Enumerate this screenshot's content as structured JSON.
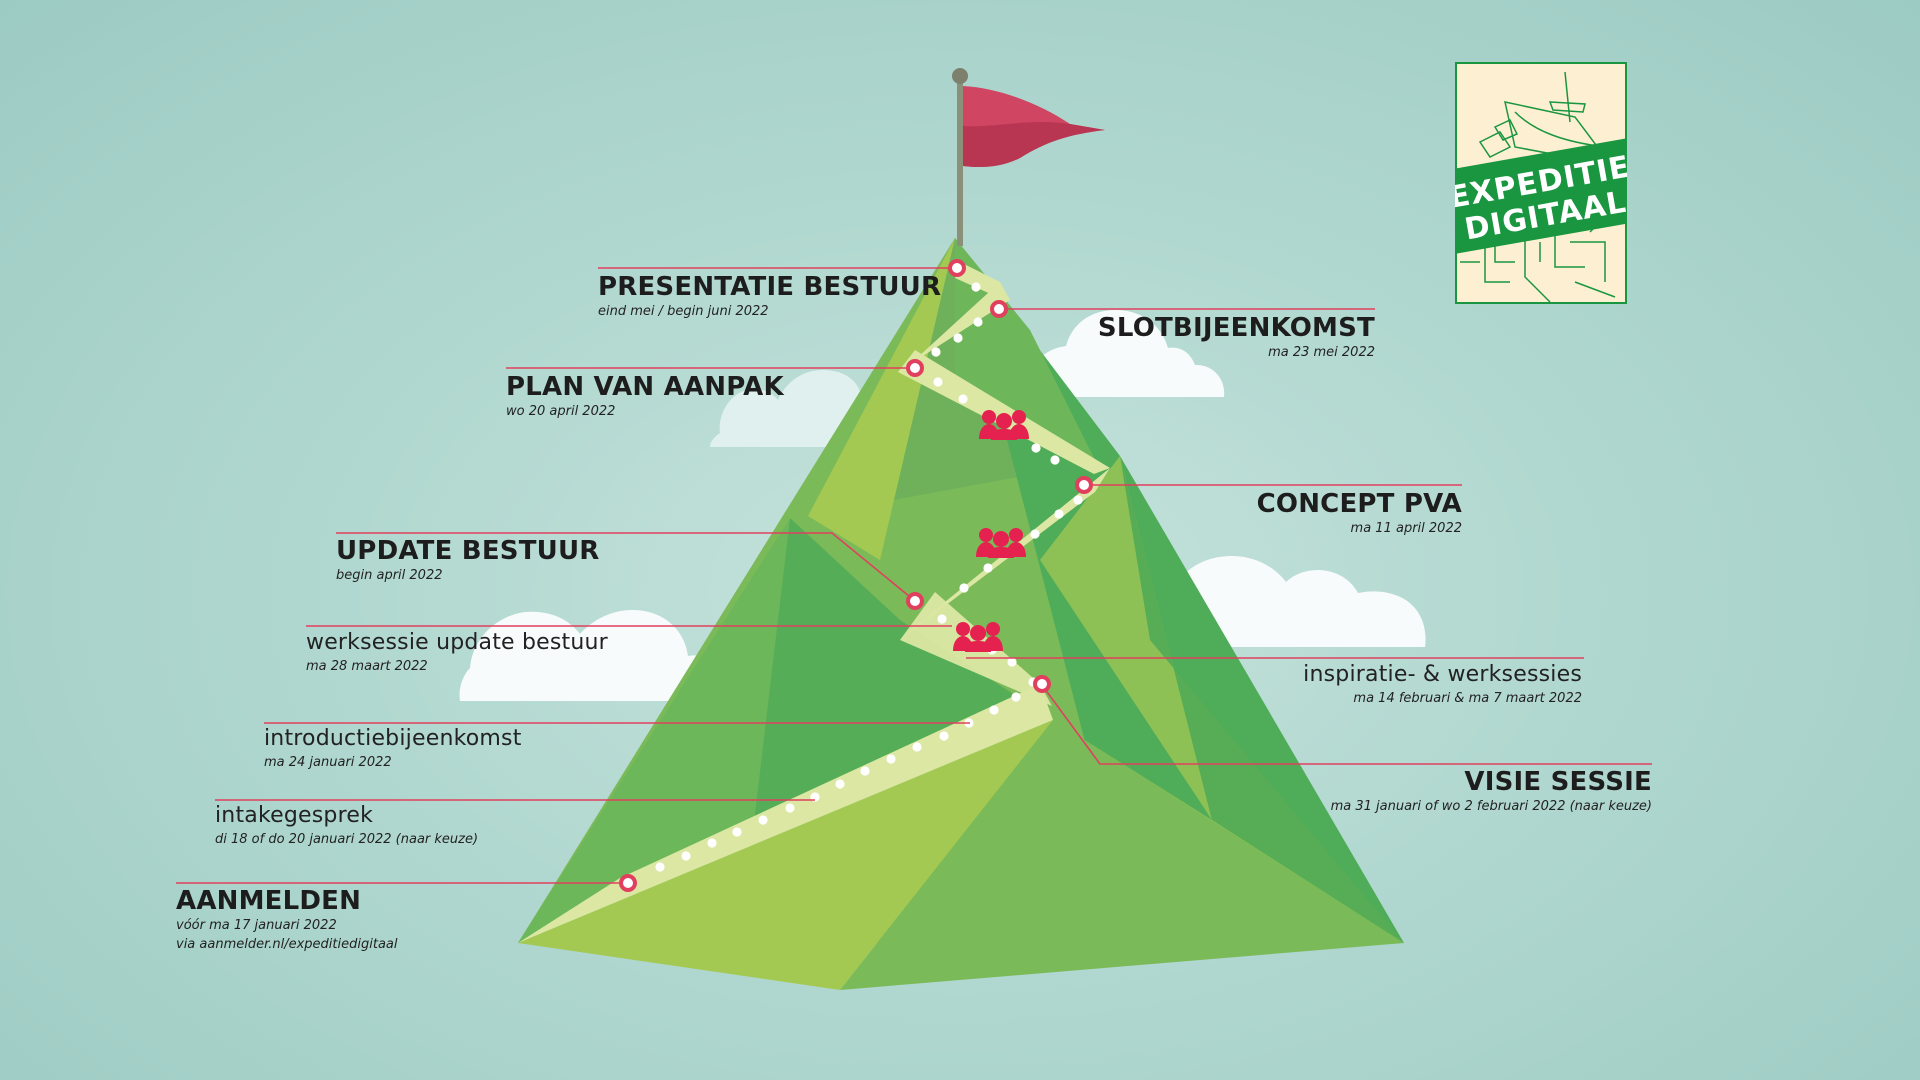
{
  "logo": {
    "line1": "EXPEDITIE",
    "line2": "DIGITAAL"
  },
  "milestones": {
    "presentatie": {
      "title": "PRESENTATIE BESTUUR",
      "date": "eind mei / begin juni  2022"
    },
    "slot": {
      "title": "SLOTBIJEENKOMST",
      "date": "ma 23 mei 2022"
    },
    "pva": {
      "title": "PLAN VAN AANPAK",
      "date": "wo 20 april 2022"
    },
    "concept": {
      "title": "CONCEPT PVA",
      "date": "ma 11 april 2022"
    },
    "update": {
      "title": "UPDATE BESTUUR",
      "date": "begin april 2022"
    },
    "werksessie": {
      "title": "werksessie update bestuur",
      "date": "ma 28 maart 2022"
    },
    "inspiratie": {
      "title": "inspiratie- & werksessies",
      "date": "ma 14 februari & ma 7 maart 2022"
    },
    "intro": {
      "title": "introductiebijeenkomst",
      "date": "ma 24 januari 2022"
    },
    "visie": {
      "title": "VISIE SESSIE",
      "date": "ma 31 januari of wo 2 februari 2022 (naar keuze)"
    },
    "intake": {
      "title": "intakegesprek",
      "date": "di 18 of do 20 januari 2022 (naar keuze)"
    },
    "aanmelden": {
      "title": "AANMELDEN",
      "date": "vóór ma 17 januari 2022",
      "note": "via aanmelder.nl/expeditiedigitaal"
    }
  },
  "colors": {
    "accent": "#e0405e",
    "flag": "#cf4562",
    "mountain_light": "#a4c952",
    "mountain_mid": "#7bba59",
    "mountain_dark": "#4fac58",
    "path": "#dbe7a3",
    "logo_green": "#1a9641",
    "logo_bg": "#fdf0d2"
  },
  "icons": {
    "flag": "flag-icon",
    "group": "people-group-icon",
    "waypoint": "waypoint-marker-icon"
  }
}
